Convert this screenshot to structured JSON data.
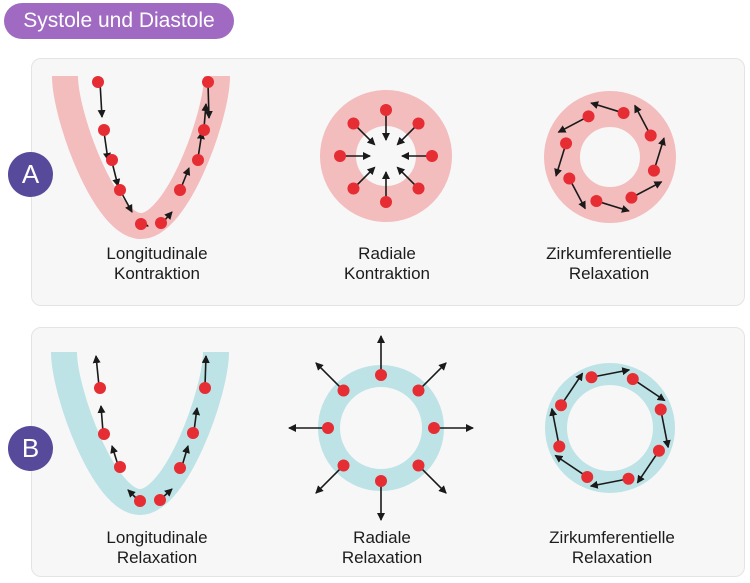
{
  "title": "Systole und Diastole",
  "colors": {
    "title_bg": "#a06ac3",
    "badge_bg": "#574a9b",
    "systole_tissue": "#f3bcbd",
    "diastole_tissue": "#bde3e6",
    "particle": "#e52d33",
    "arrow": "#1a1a1a"
  },
  "rows": [
    {
      "badge": "A",
      "phase": "systole",
      "items": [
        {
          "shape": "u-band",
          "motion": "downward-along-walls",
          "line1": "Longitudinale",
          "line2": "Kontraktion"
        },
        {
          "shape": "ring",
          "motion": "inward",
          "line1": "Radiale",
          "line2": "Kontraktion"
        },
        {
          "shape": "ring",
          "motion": "circumferential",
          "line1": "Zirkumferentielle",
          "line2": "Relaxation"
        }
      ]
    },
    {
      "badge": "B",
      "phase": "diastole",
      "items": [
        {
          "shape": "u-band",
          "motion": "upward-along-walls",
          "line1": "Longitudinale",
          "line2": "Relaxation"
        },
        {
          "shape": "ring",
          "motion": "outward",
          "line1": "Radiale",
          "line2": "Relaxation"
        },
        {
          "shape": "ring",
          "motion": "circumferential",
          "line1": "Zirkumferentielle",
          "line2": "Relaxation"
        }
      ]
    }
  ]
}
